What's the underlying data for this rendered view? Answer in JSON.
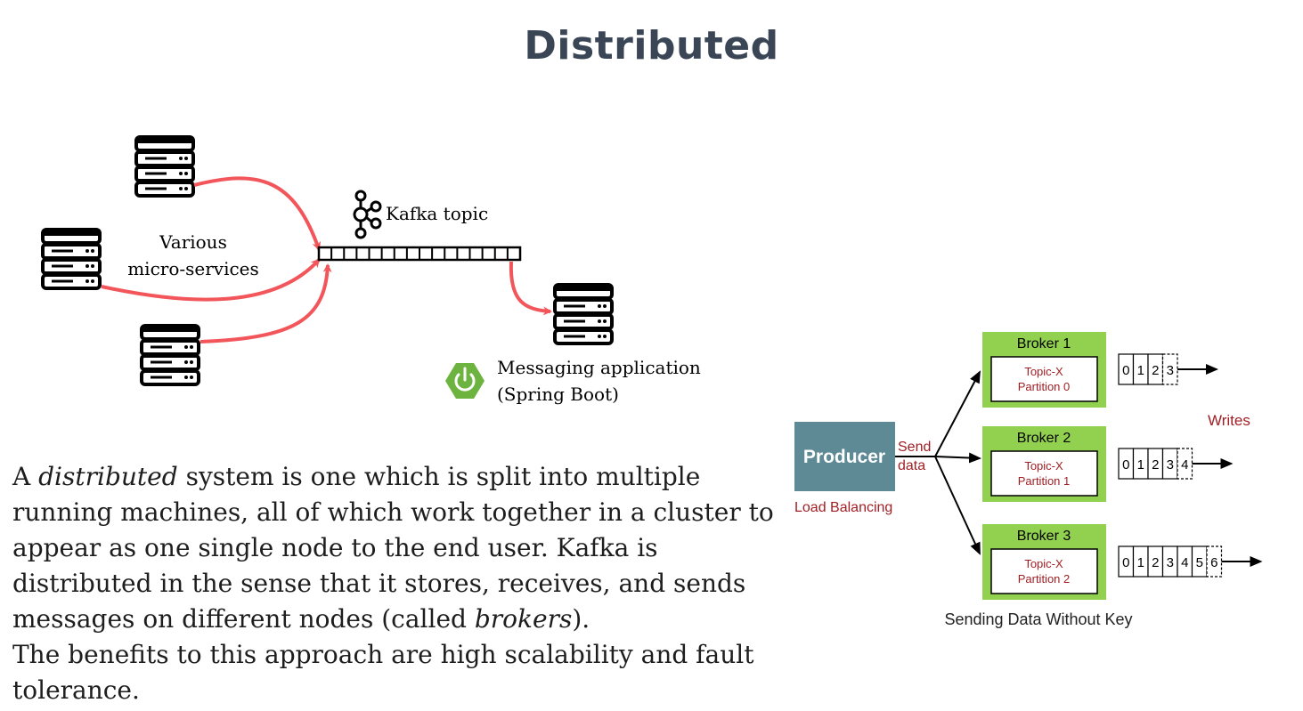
{
  "page": {
    "title": "Distributed"
  },
  "left_diagram": {
    "services_label_line1": "Various",
    "services_label_line2": "micro-services",
    "topic_label": "Kafka topic",
    "app_label_line1": "Messaging application",
    "app_label_line2": "(Spring Boot)",
    "arrow_color": "#f2555a",
    "spring_color": "#6db33f"
  },
  "right_diagram": {
    "producer_label": "Producer",
    "send_line1": "Send",
    "send_line2": "data",
    "load_balancing": "Load Balancing",
    "writes": "Writes",
    "caption": "Sending Data Without Key",
    "brokers": [
      {
        "name": "Broker 1",
        "topic": "Topic-X",
        "partition": "Partition 0",
        "cells": [
          "0",
          "1",
          "2"
        ],
        "next": "3"
      },
      {
        "name": "Broker 2",
        "topic": "Topic-X",
        "partition": "Partition 1",
        "cells": [
          "0",
          "1",
          "2",
          "3"
        ],
        "next": "4"
      },
      {
        "name": "Broker 3",
        "topic": "Topic-X",
        "partition": "Partition 2",
        "cells": [
          "0",
          "1",
          "2",
          "3",
          "4",
          "5"
        ],
        "next": "6"
      }
    ],
    "colors": {
      "producer": "#5e8a96",
      "broker": "#92d050",
      "red_text": "#a11f24"
    }
  },
  "description": {
    "p1_a": "A ",
    "p1_em": "distributed",
    "p1_b": " system is one which is split into multiple running machines, all of which work together in a cluster to appear as one single node to the end user. Kafka is distributed in the sense that it stores, receives, and sends messages on different nodes (called ",
    "p1_em2": "brokers",
    "p1_c": ").",
    "p2": "The benefits to this approach are high scalability and fault tolerance."
  }
}
